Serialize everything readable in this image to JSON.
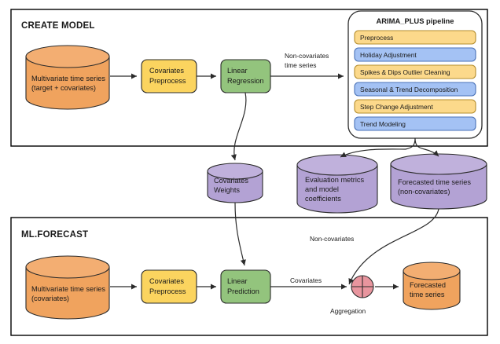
{
  "diagram": {
    "title_create_model": "CREATE MODEL",
    "title_ml_forecast": "ML.FORECAST"
  },
  "create_model": {
    "source_cylinder": {
      "line1": "Multivariate time series",
      "line2": "(target + covariates)"
    },
    "preprocess_box": {
      "line1": "Covariates",
      "line2": "Preprocess"
    },
    "regression_box": {
      "line1": "Linear",
      "line2": "Regression"
    },
    "edge_label_noncov": {
      "line1": "Non-covariates",
      "line2": "time series"
    }
  },
  "pipeline": {
    "title": "ARIMA_PLUS pipeline",
    "steps": [
      {
        "label": "Preprocess",
        "color": "#fcd98b"
      },
      {
        "label": "Holiday Adjustment",
        "color": "#a4c2f4"
      },
      {
        "label": "Spikes & Dips Outlier Cleaning",
        "color": "#fcd98b"
      },
      {
        "label": "Seasonal & Trend Decomposition",
        "color": "#a4c2f4"
      },
      {
        "label": "Step Change Adjustment",
        "color": "#fcd98b"
      },
      {
        "label": "Trend Modeling",
        "color": "#a4c2f4"
      }
    ]
  },
  "artifacts": {
    "covariates_weights": {
      "line1": "Covariates",
      "line2": "Weights"
    },
    "evaluation_metrics": {
      "line1": "Evaluation metrics",
      "line2": "and model",
      "line3": "coefficients"
    },
    "forecasted_noncov": {
      "line1": "Forecasted time series",
      "line2": "(non-covariates)"
    }
  },
  "ml_forecast": {
    "source_cylinder": {
      "line1": "Multivariate time series",
      "line2": "(covariates)"
    },
    "preprocess_box": {
      "line1": "Covariates",
      "line2": "Preprocess"
    },
    "prediction_box": {
      "line1": "Linear",
      "line2": "Prediction"
    },
    "edge_label_covariates": "Covariates",
    "edge_label_noncovariates": "Non-covariates",
    "aggregation_label": "Aggregation",
    "output_cylinder": {
      "line1": "Forecasted",
      "line2": "time series"
    }
  },
  "colors": {
    "orange": "#f0a35e",
    "purple": "#b3a2d4",
    "yellow": "#fbd45f",
    "green": "#93c47d",
    "pipeline_yellow": "#fcd98b",
    "pipeline_blue": "#a4c2f4",
    "aggregation_pink": "#e8959e",
    "stroke": "#2b2b2b"
  }
}
